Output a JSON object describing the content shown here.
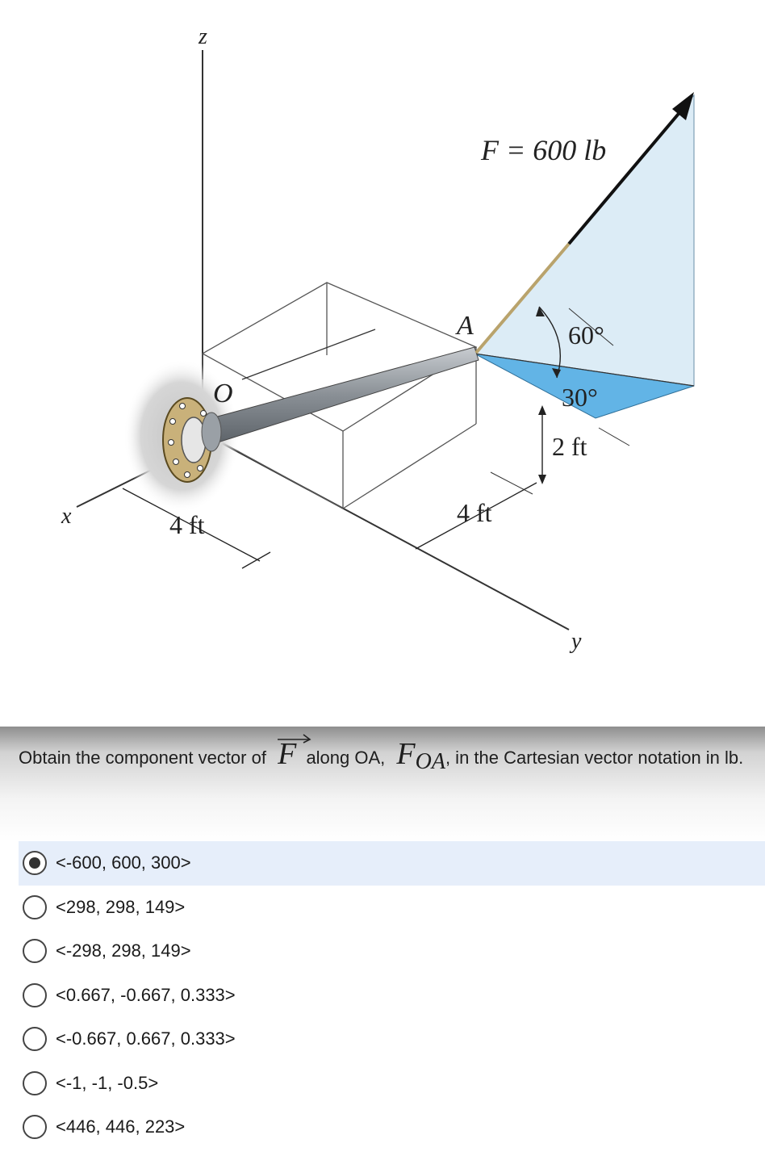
{
  "figure": {
    "axis_z": "z",
    "axis_x": "x",
    "axis_y": "y",
    "point_O": "O",
    "point_A": "A",
    "force_label": "F = 600 lb",
    "angle_60": "60°",
    "angle_30": "30°",
    "dim_2ft": "2 ft",
    "dim_4ft_left": "4 ft",
    "dim_4ft_right": "4 ft"
  },
  "question": {
    "text_before": "Obtain the component vector of",
    "vector_symbol": "F",
    "text_middle": "along OA,",
    "component_symbol": "F",
    "component_subscript": "OA",
    "text_after": ", in the Cartesian vector notation in lb."
  },
  "options": [
    {
      "label": "<-600, 600, 300>",
      "selected": true
    },
    {
      "label": "<298, 298, 149>",
      "selected": false
    },
    {
      "label": "<-298, 298, 149>",
      "selected": false
    },
    {
      "label": "<0.667, -0.667, 0.333>",
      "selected": false
    },
    {
      "label": "<-0.667, 0.667, 0.333>",
      "selected": false
    },
    {
      "label": "<-1, -1, -0.5>",
      "selected": false
    },
    {
      "label": "<446, 446, 223>",
      "selected": false
    }
  ],
  "colors": {
    "plane_light": "#dcecf6",
    "plane_dark": "#62b4e6",
    "flange": "#c9b17a",
    "rod": "#8e949a"
  }
}
